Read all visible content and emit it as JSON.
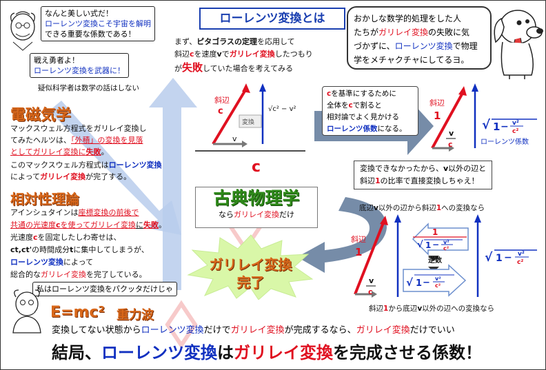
{
  "colors": {
    "blue": "#1030c0",
    "red": "#e01020",
    "green": "#2f8a1a",
    "orange": "#d8671a",
    "arrow_fill": "#8fb3e6",
    "arrow_gray": "#5e7a99"
  },
  "professor_top": {
    "line1": "なんと美しい式だ！",
    "line2": "ローレンツ変換こそ宇宙を解明",
    "line3": "できる重要な係数である！",
    "reply1": "戦え勇者よ！",
    "reply2": "ローレンツ変換を武器に！",
    "caption": "疑似科学者は数学の話はしない"
  },
  "title_lorentz": "ローレンツ変換とは",
  "intro": {
    "line1_a": "まず、",
    "line1_b": "ピタゴラスの定理",
    "line1_c": "を応用して",
    "line2_a": "斜辺",
    "line2_b": "c",
    "line2_c": "を速度",
    "line2_d": "v",
    "line2_e": "で",
    "line2_f": "ガリレイ変換",
    "line2_g": "したつもり",
    "line3_a": "が",
    "line3_b": "失敗",
    "line3_c": "していた場合を考えてみる"
  },
  "dog_bubble": {
    "line1": "おかしな数学的処理をした人",
    "line2_a": "たちが",
    "line2_b": "ガリレイ変換",
    "line2_c": "の失敗に気",
    "line3_a": "づかずに、",
    "line3_b": "ローレンツ変換",
    "line3_c": "で物理",
    "line4": "学をメチャクチャにしてるヨ。"
  },
  "em": {
    "heading": "電磁気学",
    "l1": "マックスウェル方程式をガリレイ変換し",
    "l2_a": "てみたヘルツは、",
    "l2_b": "「外積」の変換を見落",
    "l3_a": "として",
    "l3_b": "ガリレイ変換",
    "l3_c": "に",
    "l3_d": "失敗",
    "l3_e": "。",
    "l4_a": "このマックスウェル方程式は",
    "l4_b": "ローレンツ変換",
    "l5_a": "によって",
    "l5_b": "ガリレイ変換",
    "l5_c": "が完了する。"
  },
  "rel": {
    "heading": "相対性理論",
    "l1_a": "アインシュタインは",
    "l1_b": "座標変換の前後で",
    "l2_a": "共通の光速度",
    "l2_b": "c",
    "l2_c": "を使ってガリレイ変換",
    "l2_d": "に",
    "l2_e": "失敗",
    "l2_f": "。",
    "l3_a": "光速度",
    "l3_b": "c",
    "l3_c": "を固定したしわ寄せは、",
    "l4_a": "ct,ct'",
    "l4_b": "の時間成分",
    "l4_c": "t",
    "l4_d": "に集中してしまうが、",
    "l5": "ローレンツ変換",
    "l5_b": "によって",
    "l6_a": "総合的な",
    "l6_b": "ガリレイ変換",
    "l6_c": "を完了している。"
  },
  "professor_bottom": {
    "bubble": "私はローレンツ変換をパクッタだけじゃ",
    "emc2": "E=mc²",
    "gravity": "重力波"
  },
  "classical": {
    "title": "古典物理学",
    "sub_a": "なら",
    "sub_b": "ガリレイ変換",
    "sub_c": "だけ"
  },
  "galilei_done": {
    "line1": "ガリレイ変換",
    "line2": "完了"
  },
  "diagram1": {
    "hyp_label": "斜辺",
    "c": "c",
    "v": "v",
    "transform_label": "変換",
    "sqrt_expr": "c² − v²",
    "bottom_c": "c"
  },
  "middle_note": {
    "l1_a": "c",
    "l1_b": "を基準にするために",
    "l2_a": "全体を",
    "l2_b": "c",
    "l2_c": "で割ると",
    "l3": "相対論でよく見かける",
    "l4_a": "ローレンツ係数",
    "l4_b": "になる。"
  },
  "diagram2": {
    "hyp_label": "斜辺",
    "one": "1",
    "v_over_c_num": "v",
    "v_over_c_den": "c",
    "coef_label": "ローレンツ係数"
  },
  "cannot_note": {
    "l1_a": "変換できなかったから、",
    "l1_b": "v",
    "l1_c": "以外の辺と",
    "l2_a": "斜辺",
    "l2_b": "1",
    "l2_c": "の比率で直接変換しちゃえ！"
  },
  "diagram3": {
    "top_caption_a": "底辺",
    "top_caption_b": "v",
    "top_caption_c": "以外の辺から斜辺",
    "top_caption_d": "1",
    "top_caption_e": "への変換なら",
    "hyp_label": "斜辺",
    "one": "1",
    "inverse": "逆数",
    "frac_num": "1",
    "v_num": "v",
    "v_den": "c",
    "bottom_caption_a": "斜辺",
    "bottom_caption_b": "1",
    "bottom_caption_c": "から底辺",
    "bottom_caption_d": "v",
    "bottom_caption_e": "以外の辺への変換なら"
  },
  "footer": {
    "line1_a": "変換してない状態から",
    "line1_b": "ローレンツ変換",
    "line1_c": "だけで",
    "line1_d": "ガリレイ変換",
    "line1_e": "が完成するなら、",
    "line1_f": "ガリレイ変換",
    "line1_g": "だけでいい",
    "line2_a": "結局、",
    "line2_b": "ローレンツ変換",
    "line2_c": "は",
    "line2_d": "ガリレイ変換",
    "line2_e": "を完成させる係数！"
  }
}
